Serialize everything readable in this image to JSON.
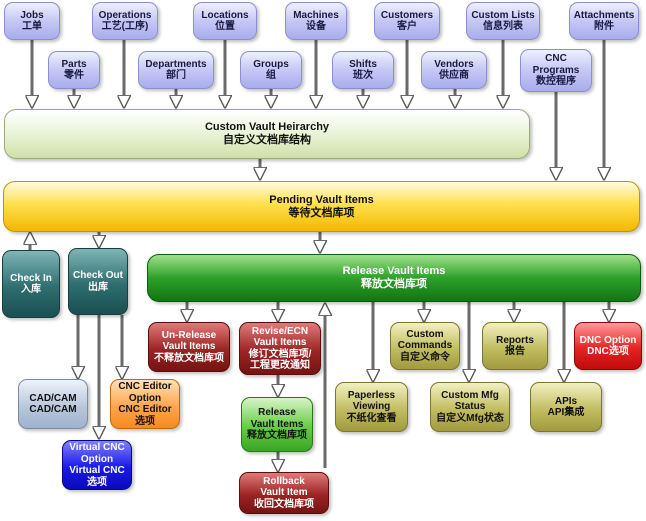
{
  "top_row": [
    {
      "id": "jobs",
      "l1": "Jobs",
      "l2": "工单"
    },
    {
      "id": "operations",
      "l1": "Operations",
      "l2": "工艺(工序)"
    },
    {
      "id": "locations",
      "l1": "Locations",
      "l2": "位置"
    },
    {
      "id": "machines",
      "l1": "Machines",
      "l2": "设备"
    },
    {
      "id": "customers",
      "l1": "Customers",
      "l2": "客户"
    },
    {
      "id": "custom-lists",
      "l1": "Custom Lists",
      "l2": "信息列表"
    },
    {
      "id": "attachments",
      "l1": "Attachments",
      "l2": "附件"
    }
  ],
  "second_row": [
    {
      "id": "parts",
      "l1": "Parts",
      "l2": "零件"
    },
    {
      "id": "departments",
      "l1": "Departments",
      "l2": "部门"
    },
    {
      "id": "groups",
      "l1": "Groups",
      "l2": "组"
    },
    {
      "id": "shifts",
      "l1": "Shifts",
      "l2": "班次"
    },
    {
      "id": "vendors",
      "l1": "Vendors",
      "l2": "供应商"
    },
    {
      "id": "cnc-programs",
      "l1": "CNC",
      "l2": "Programs",
      "l3": "数控程序"
    }
  ],
  "custom_vault": {
    "l1": "Custom Vault Heirarchy",
    "l2": "自定义文档库结构"
  },
  "pending_vault": {
    "l1": "Pending Vault Items",
    "l2": "等待文档库项"
  },
  "release_vault": {
    "l1": "Release Vault Items",
    "l2": "释放文档库项"
  },
  "check_in": {
    "l1": "Check In",
    "l2": "入库"
  },
  "check_out": {
    "l1": "Check Out",
    "l2": "出库"
  },
  "un_release": {
    "l1": "Un-Release",
    "l2": "Vault Items",
    "l3": "不释放文档库项"
  },
  "revise_ecn": {
    "l1": "Revise/ECN",
    "l2": "Vault Items",
    "l3": "修订文档库项/",
    "l4": "工程更改通知"
  },
  "release_items": {
    "l1": "Release",
    "l2": "Vault Items",
    "l3": "释放文档库项"
  },
  "rollback": {
    "l1": "Rollback",
    "l2": "Vault Item",
    "l3": "收回文档库项"
  },
  "paperless": {
    "l1": "Paperless",
    "l2": "Viewing",
    "l3": "不纸化查看"
  },
  "custom_commands": {
    "l1": "Custom",
    "l2": "Commands",
    "l3": "自定义命令"
  },
  "custom_mfg": {
    "l1": "Custom Mfg",
    "l2": "Status",
    "l3": "自定义Mfg状态"
  },
  "reports": {
    "l1": "Reports",
    "l2": "报告"
  },
  "apis": {
    "l1": "APIs",
    "l2": "API集成"
  },
  "dnc_option": {
    "l1": "DNC Option",
    "l2": "DNC选项"
  },
  "cad_cam": {
    "l1": "CAD/CAM",
    "l2": "CAD/CAM"
  },
  "cnc_editor": {
    "l1": "CNC Editor",
    "l2": "Option",
    "l3": "CNC Editor",
    "l4": "选项"
  },
  "virtual_cnc": {
    "l1": "Virtual CNC",
    "l2": "Option",
    "l3": "Virtual CNC",
    "l4": "选项"
  }
}
